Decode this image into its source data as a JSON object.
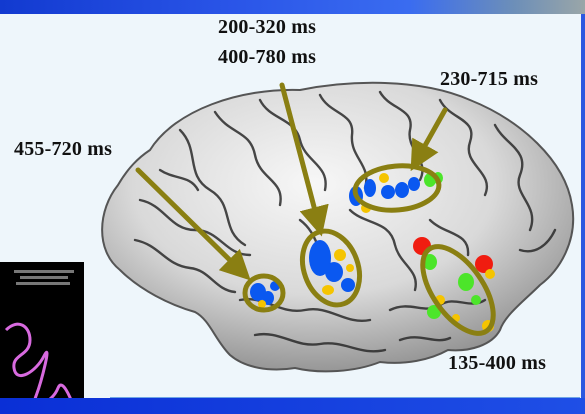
{
  "labels": {
    "top_line1": "200-320 ms",
    "top_line2": "400-780 ms",
    "right_top": "230-715 ms",
    "left": "455-720 ms",
    "bottom_right": "135-400 ms"
  },
  "colors": {
    "frame_blue": "#0a2fd6",
    "arrow_olive": "#8a7f12",
    "region_blue": "#0a58f0",
    "region_yellow": "#f5c400",
    "region_green": "#4ce52a",
    "region_red": "#f01c10"
  }
}
